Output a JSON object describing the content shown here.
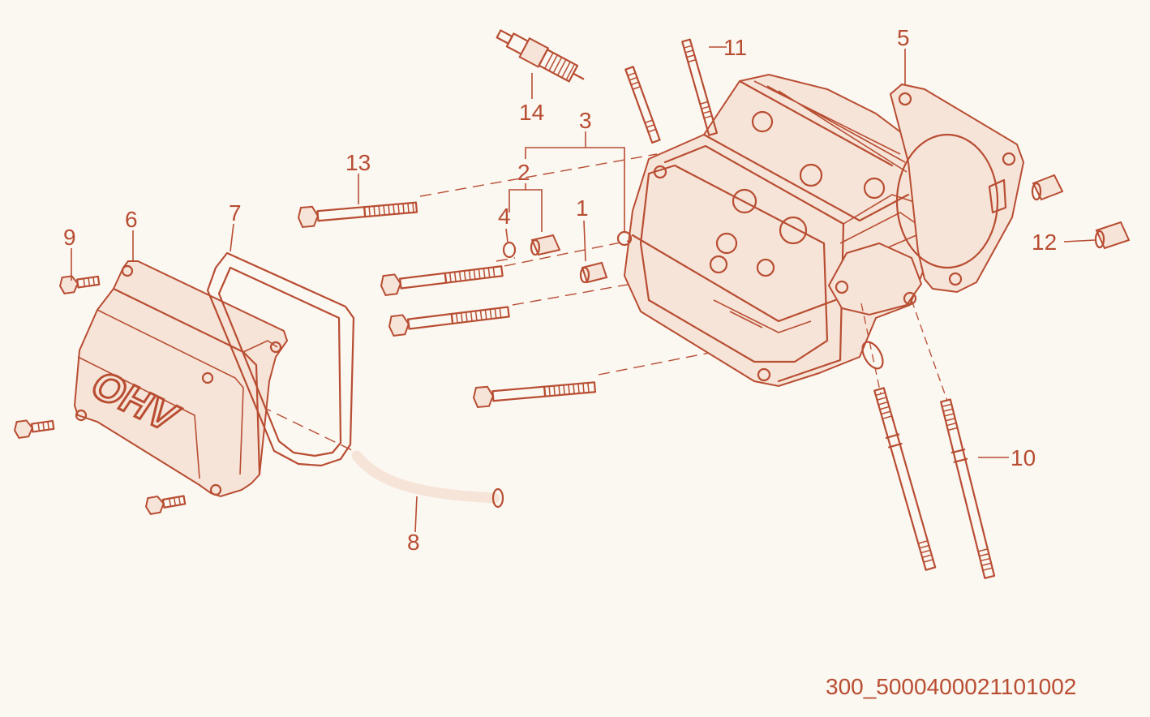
{
  "callouts": {
    "c1": "1",
    "c2": "2",
    "c3": "3",
    "c4": "4",
    "c5": "5",
    "c6": "6",
    "c7": "7",
    "c8": "8",
    "c9": "9",
    "c10": "10",
    "c11": "11",
    "c12": "12",
    "c13": "13",
    "c14": "14"
  },
  "cover_text": "OHV",
  "drawing_code": "300_5000400021101002",
  "colors": {
    "line": "#b84d32",
    "background": "#fbf7f1"
  }
}
